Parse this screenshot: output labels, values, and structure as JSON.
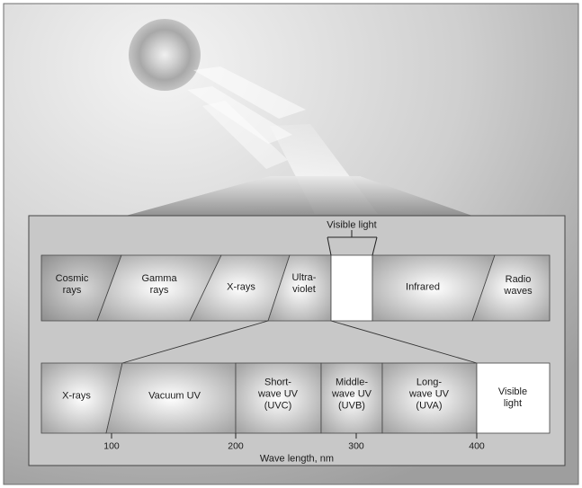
{
  "header": {
    "visible_light_label": "Visible light"
  },
  "top_band": {
    "segments": [
      {
        "key": "cosmic",
        "label": "Cosmic\nrays"
      },
      {
        "key": "gamma",
        "label": "Gamma\nrays"
      },
      {
        "key": "xrays",
        "label": "X-rays"
      },
      {
        "key": "uv",
        "label": "Ultra-\nviolet"
      },
      {
        "key": "visible",
        "label": ""
      },
      {
        "key": "infrared",
        "label": "Infrared"
      },
      {
        "key": "radio",
        "label": "Radio\nwaves"
      }
    ]
  },
  "bottom_band": {
    "segments": [
      {
        "key": "xrays",
        "label": "X-rays"
      },
      {
        "key": "vacuum_uv",
        "label": "Vacuum UV"
      },
      {
        "key": "uvc",
        "label": "Short-\nwave UV\n(UVC)"
      },
      {
        "key": "uvb",
        "label": "Middle-\nwave UV\n(UVB)"
      },
      {
        "key": "uva",
        "label": "Long-\nwave UV\n(UVA)"
      },
      {
        "key": "visible",
        "label": "Visible\nlight"
      }
    ]
  },
  "axis": {
    "ticks": [
      "100",
      "200",
      "300",
      "400"
    ],
    "title": "Wave length, nm"
  },
  "colors": {
    "background": "#a9a9a9",
    "panel": "#c9c9c9",
    "band_fill": "#bdbdbd",
    "visible": "#ffffff",
    "sun": "#9c9c9c",
    "lines": "#333333"
  }
}
